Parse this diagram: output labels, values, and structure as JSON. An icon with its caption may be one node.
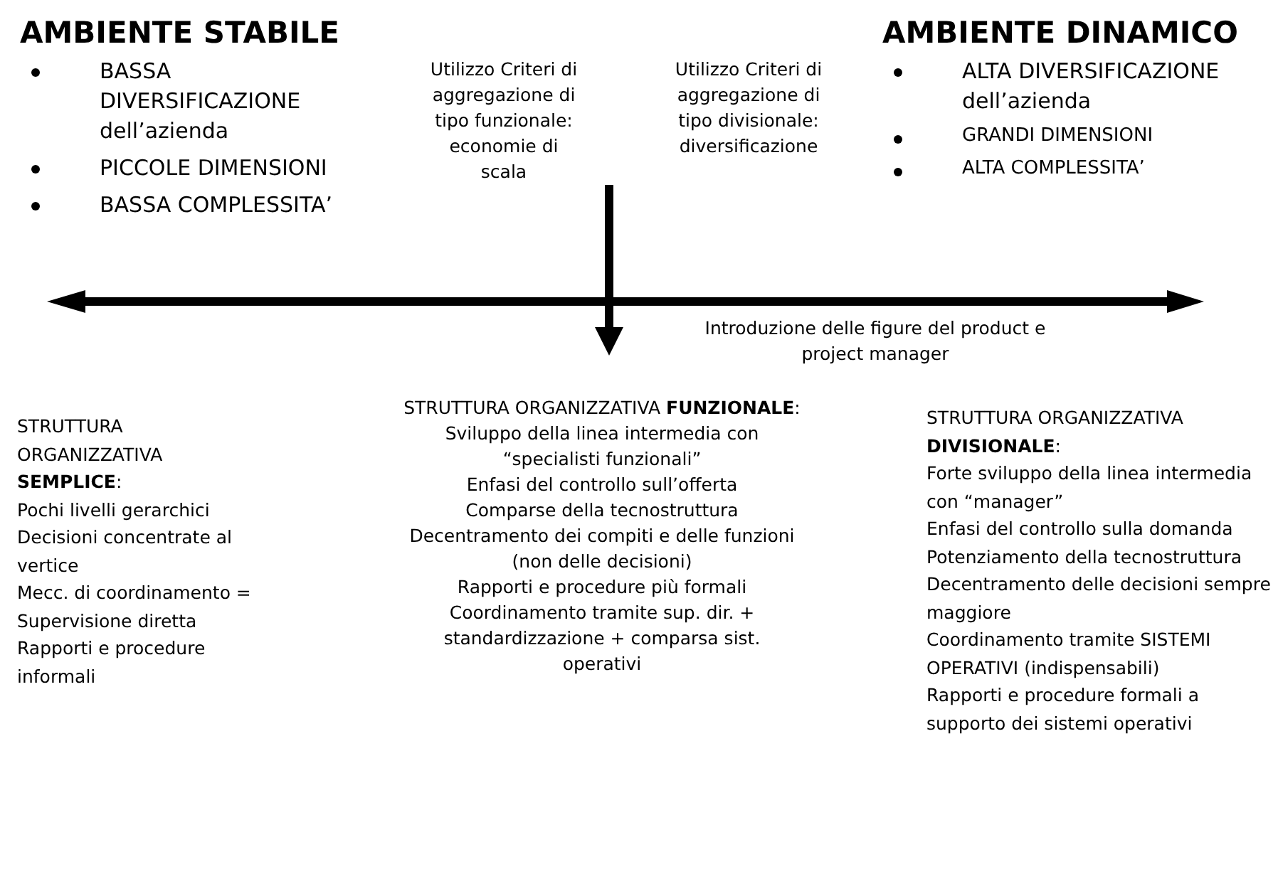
{
  "diagram": {
    "labels": [
      "AMBIENTE STABILE",
      "AMBIENTE DINAMICO",
      "BASSA DIVERSIFICAZIONE dell’azienda",
      "PICCOLE DIMENSIONI",
      "BASSA COMPLESSITA’",
      "Utilizzo Criteri di aggregazione di tipo funzionale: economie di scala",
      "Utilizzo Criteri di aggregazione di tipo divisionale: diversificazione",
      "ALTA DIVERSIFICAZIONE dell’azienda",
      "GRANDI DIMENSIONI",
      "ALTA COMPLESSITA’",
      "Introduzione delle figure del product e project manager",
      "STRUTTURA ORGANIZZATIVA **SEMPLICE**:",
      "Pochi livelli gerarchici",
      "Decisioni concentrate al vertice",
      "Mecc. di coordinamento = Supervisione diretta",
      "Rapporti e procedure informali",
      "STRUTTURA ORGANIZZATIVA **FUNZIONALE**:",
      "Sviluppo della linea intermedia con “specialisti funzionali”",
      "Enfasi del controllo sull’offerta",
      "Comparse della tecnostruttura",
      "Decentramento dei compiti e delle funzioni (non delle decisioni)",
      "Rapporti e procedure più formali",
      "Coordinamento tramite sup. dir. + standardizzazione + comparsa sist. operativi",
      "STRUTTURA ORGANIZZATIVA **DIVISIONALE**:",
      "Forte sviluppo della linea intermedia con “manager”",
      "Enfasi del controllo sulla domanda",
      "Potenziamento della tecnostruttura",
      "Decentramento delle decisioni sempre maggiore",
      "Coordinamento tramite SISTEMI OPERATIVI (indispensabili)",
      "Rapporti e procedure formali a supporto dei sistemi operativi"
    ]
  }
}
